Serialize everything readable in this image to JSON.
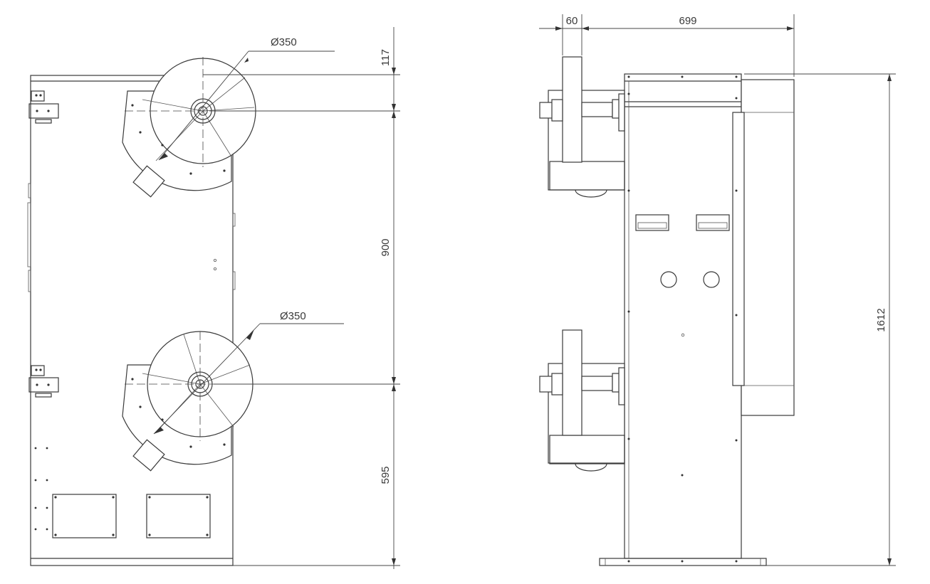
{
  "front_view": {
    "reel_top_diameter": "Ø350",
    "reel_bottom_diameter": "Ø350",
    "dim_top_offset": "117",
    "dim_reel_spacing": "900",
    "dim_bottom_height": "595"
  },
  "side_view": {
    "dim_reel_thickness": "60",
    "dim_depth": "699",
    "dim_total_height": "1612"
  }
}
